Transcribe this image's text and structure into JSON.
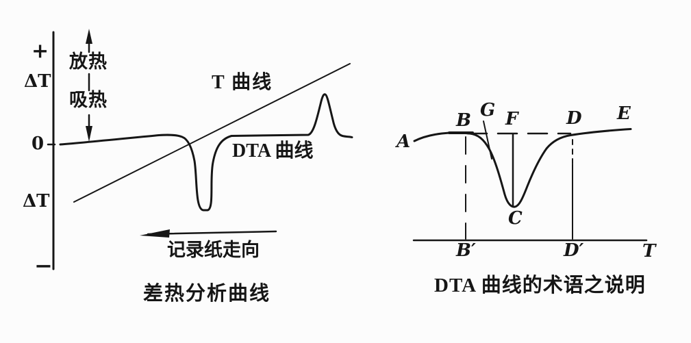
{
  "colors": {
    "ink": "#161616",
    "paper": "#fcfcfc"
  },
  "figure_left": {
    "caption": "差热分析曲线",
    "axis": {
      "plus": "+",
      "delta_t_upper": "ΔT",
      "zero": "0",
      "delta_t_lower": "ΔT",
      "minus": "−"
    },
    "heat_arrow": {
      "exothermic": "放热",
      "endothermic": "吸热"
    },
    "t_curve_label": "T 曲线",
    "dta_curve_label": "DTA 曲线",
    "paper_direction_label": "记录纸走向"
  },
  "figure_right": {
    "caption": "DTA 曲线的术语之说明",
    "point_labels": {
      "a": "A",
      "b": "B",
      "g": "G",
      "f": "F",
      "d": "D",
      "e": "E",
      "c": "C",
      "b_prime": "B′",
      "d_prime": "D′",
      "t": "T"
    }
  }
}
